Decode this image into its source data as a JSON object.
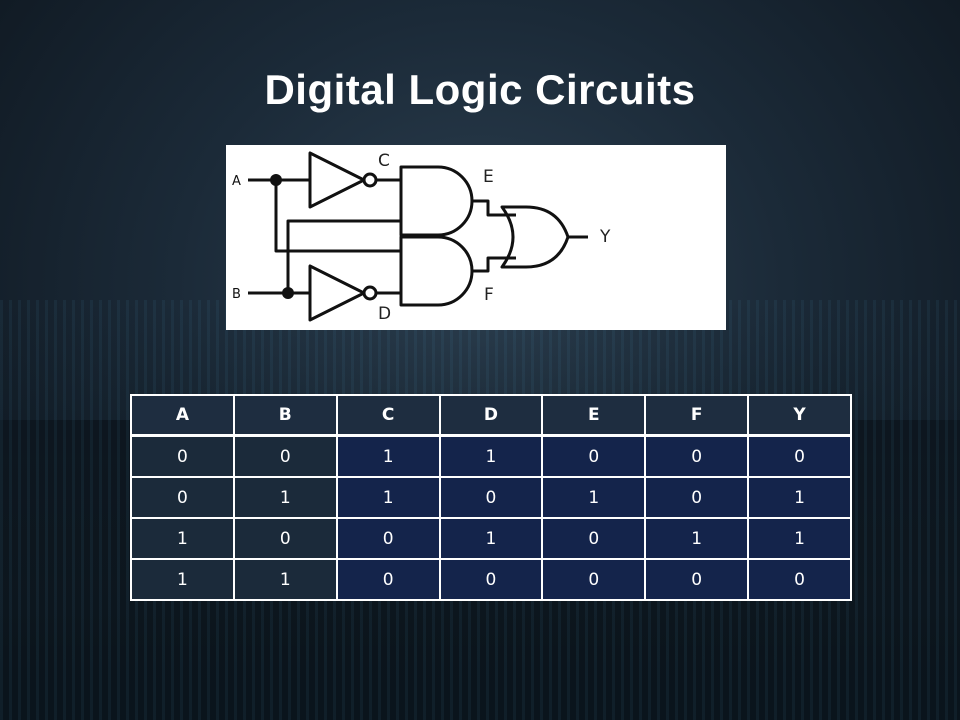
{
  "slide": {
    "title": "Digital Logic Circuits"
  },
  "diagram": {
    "input_labels": [
      "A",
      "B"
    ],
    "node_labels": {
      "c": "C",
      "d": "D",
      "e": "E",
      "f": "F",
      "y": "Y"
    }
  },
  "truth_table": {
    "headers": [
      "A",
      "B",
      "C",
      "D",
      "E",
      "F",
      "Y"
    ],
    "rows": [
      [
        "0",
        "0",
        "1",
        "1",
        "0",
        "0",
        "0"
      ],
      [
        "0",
        "1",
        "1",
        "0",
        "1",
        "0",
        "1"
      ],
      [
        "1",
        "0",
        "0",
        "1",
        "0",
        "1",
        "1"
      ],
      [
        "1",
        "1",
        "0",
        "0",
        "0",
        "0",
        "0"
      ]
    ]
  }
}
